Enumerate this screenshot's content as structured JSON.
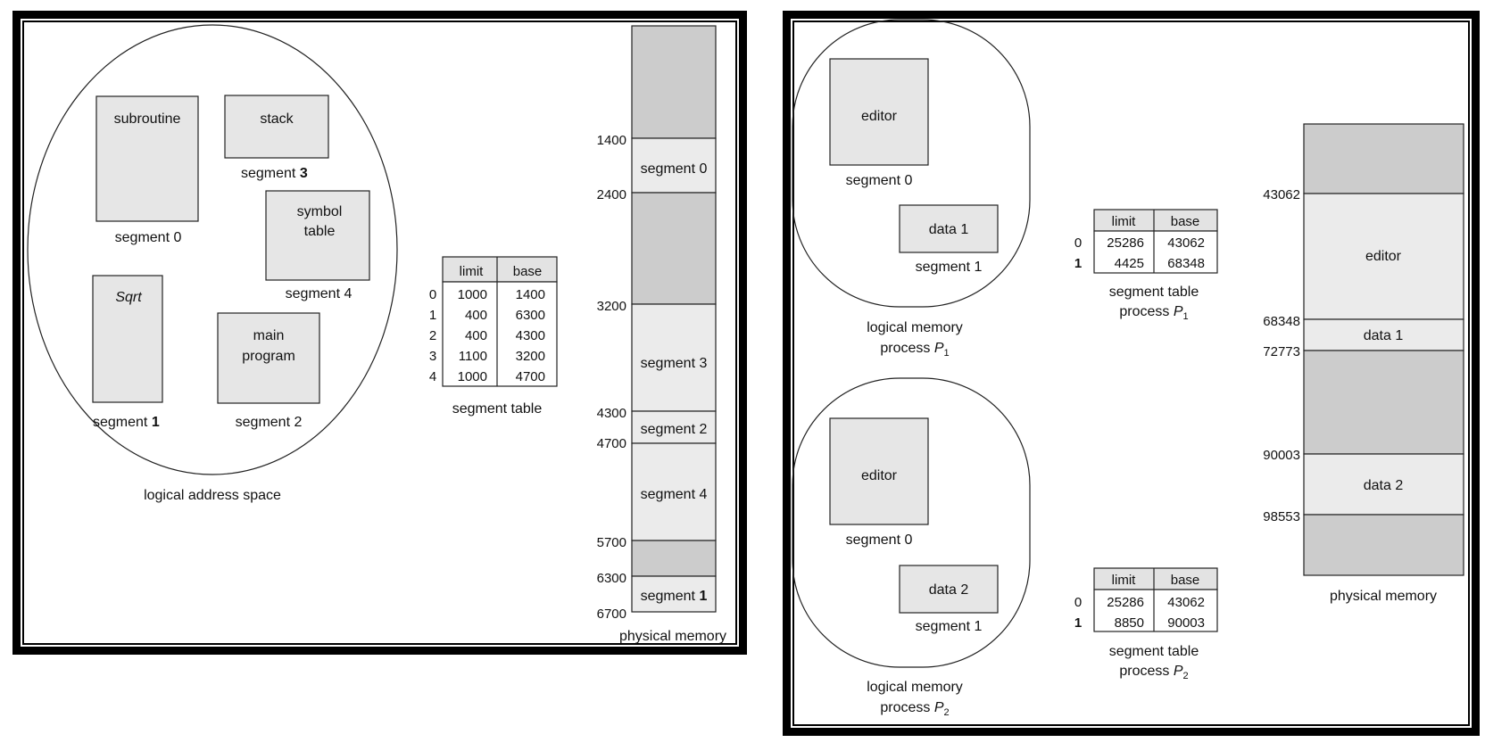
{
  "left": {
    "segments": {
      "subroutine": "subroutine",
      "stack": "stack",
      "symbol_table_line1": "symbol",
      "symbol_table_line2": "table",
      "sqrt": "Sqrt",
      "main_program_line1": "main",
      "main_program_line2": "program"
    },
    "segment_labels": {
      "seg0": "segment 0",
      "seg1_word": "segment",
      "seg1_num": "1",
      "seg2": "segment 2",
      "seg3_word": "segment",
      "seg3_num": "3",
      "seg4": "segment 4"
    },
    "logical_caption": "logical address space",
    "segment_table": {
      "headers": [
        "limit",
        "base"
      ],
      "rows": [
        {
          "index": "0",
          "limit": "1000",
          "base": "1400"
        },
        {
          "index": "1",
          "limit": "400",
          "base": "6300"
        },
        {
          "index": "2",
          "limit": "400",
          "base": "4300"
        },
        {
          "index": "3",
          "limit": "1100",
          "base": "3200"
        },
        {
          "index": "4",
          "limit": "1000",
          "base": "4700"
        }
      ],
      "caption": "segment table"
    },
    "physical_memory": {
      "addresses": [
        "1400",
        "2400",
        "3200",
        "4300",
        "4700",
        "5700",
        "6300",
        "6700"
      ],
      "blocks": {
        "segment0": "segment 0",
        "segment3": "segment 3",
        "segment2": "segment 2",
        "segment4": "segment 4",
        "segment1_word": "segment",
        "segment1_num": "1"
      },
      "caption": "physical memory"
    }
  },
  "right": {
    "p1": {
      "editor": "editor",
      "seg0": "segment 0",
      "data": "data 1",
      "seg1": "segment 1",
      "caption_line1": "logical memory",
      "caption_line2_prefix": "process ",
      "caption_p": "P",
      "caption_sub": "1",
      "table": {
        "headers": [
          "limit",
          "base"
        ],
        "rows": [
          {
            "index": "0",
            "limit": "25286",
            "base": "43062"
          },
          {
            "index": "1",
            "limit": "4425",
            "base": "68348"
          }
        ],
        "caption_line1": "segment table",
        "caption_line2_prefix": "process ",
        "caption_p": "P",
        "caption_sub": "1"
      }
    },
    "p2": {
      "editor": "editor",
      "seg0": "segment 0",
      "data": "data 2",
      "seg1": "segment 1",
      "caption_line1": "logical memory",
      "caption_line2_prefix": "process ",
      "caption_p": "P",
      "caption_sub": "2",
      "table": {
        "headers": [
          "limit",
          "base"
        ],
        "rows": [
          {
            "index": "0",
            "limit": "25286",
            "base": "43062"
          },
          {
            "index": "1",
            "limit": "8850",
            "base": "90003"
          }
        ],
        "caption_line1": "segment table",
        "caption_line2_prefix": "process ",
        "caption_p": "P",
        "caption_sub": "2"
      }
    },
    "physical_memory": {
      "addresses": [
        "43062",
        "68348",
        "72773",
        "90003",
        "98553"
      ],
      "blocks": {
        "editor": "editor",
        "data1": "data 1",
        "data2": "data 2"
      },
      "caption": "physical memory"
    }
  }
}
